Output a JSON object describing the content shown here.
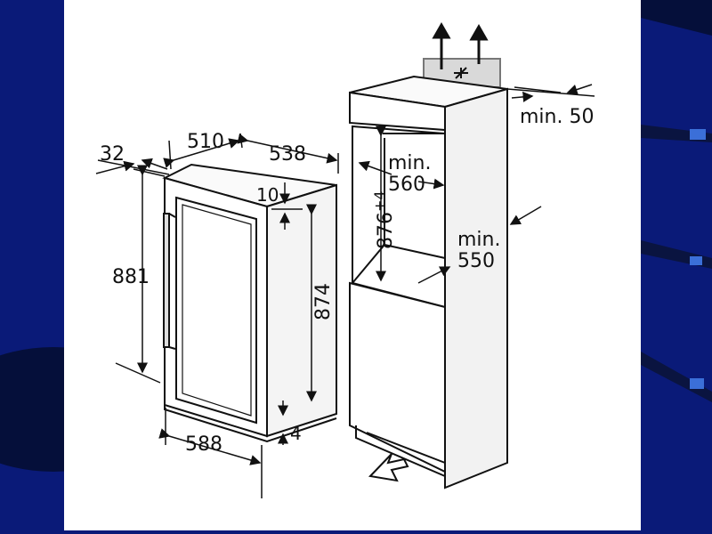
{
  "slide": {
    "background_color": "#0a1a78",
    "panel_color": "#ffffff"
  },
  "appliance": {
    "width": "510",
    "depth": "538",
    "door_offset": "32",
    "height": "881",
    "inner_height": "874",
    "top_gap": "10",
    "bottom_gap": "4",
    "open_door_depth": "588"
  },
  "niche": {
    "height": "876",
    "height_tolerance": "+4",
    "min_width_label": "min.",
    "min_width_value": "560",
    "min_depth_label": "min.",
    "min_depth_value": "550",
    "top_vent_label": "min. 50"
  }
}
